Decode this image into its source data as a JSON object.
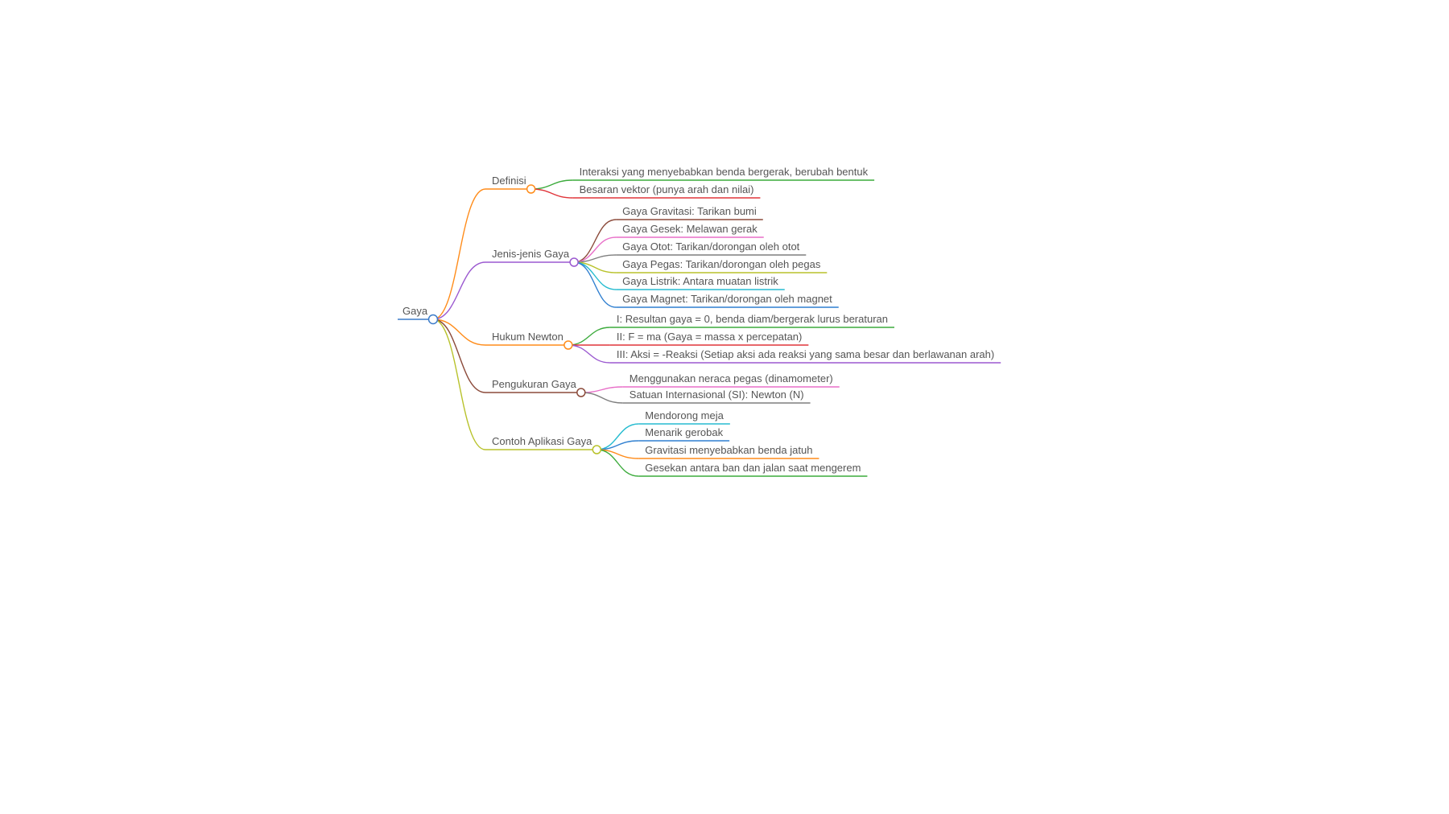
{
  "mindmap": {
    "root": {
      "label": "Gaya",
      "color": "#3b7bc9",
      "children": [
        {
          "label": "Definisi",
          "color": "#ff8c1a",
          "children": [
            {
              "label": "Interaksi yang menyebabkan benda bergerak, berubah bentuk",
              "color": "#3cab3c"
            },
            {
              "label": "Besaran vektor (punya arah dan nilai)",
              "color": "#e0353a"
            }
          ]
        },
        {
          "label": "Jenis-jenis Gaya",
          "color": "#9b59d0",
          "children": [
            {
              "label": "Gaya Gravitasi: Tarikan bumi",
              "color": "#8b4a3a"
            },
            {
              "label": "Gaya Gesek: Melawan gerak",
              "color": "#e86fc8"
            },
            {
              "label": "Gaya Otot: Tarikan/dorongan oleh otot",
              "color": "#7f7f7f"
            },
            {
              "label": "Gaya Pegas: Tarikan/dorongan oleh pegas",
              "color": "#b8c22b"
            },
            {
              "label": "Gaya Listrik: Antara muatan listrik",
              "color": "#27bcd0"
            },
            {
              "label": "Gaya Magnet: Tarikan/dorongan oleh magnet",
              "color": "#2f7fd0"
            }
          ]
        },
        {
          "label": "Hukum Newton",
          "color": "#ff8c1a",
          "children": [
            {
              "label": "I: Resultan gaya = 0, benda diam/bergerak lurus beraturan",
              "color": "#3cab3c"
            },
            {
              "label": "II: F = ma (Gaya = massa x percepatan)",
              "color": "#e0353a"
            },
            {
              "label": "III: Aksi = -Reaksi (Setiap aksi ada reaksi yang sama besar dan berlawanan arah)",
              "color": "#9b59d0"
            }
          ]
        },
        {
          "label": "Pengukuran Gaya",
          "color": "#8b4a3a",
          "children": [
            {
              "label": "Menggunakan neraca pegas (dinamometer)",
              "color": "#e86fc8"
            },
            {
              "label": "Satuan Internasional (SI): Newton (N)",
              "color": "#7f7f7f"
            }
          ]
        },
        {
          "label": "Contoh Aplikasi Gaya",
          "color": "#b8c22b",
          "children": [
            {
              "label": "Mendorong meja",
              "color": "#27bcd0"
            },
            {
              "label": "Menarik gerobak",
              "color": "#2f7fd0"
            },
            {
              "label": "Gravitasi menyebabkan benda jatuh",
              "color": "#ff8c1a"
            },
            {
              "label": "Gesekan antara ban dan jalan saat mengerem",
              "color": "#3cab3c"
            }
          ]
        }
      ]
    }
  }
}
